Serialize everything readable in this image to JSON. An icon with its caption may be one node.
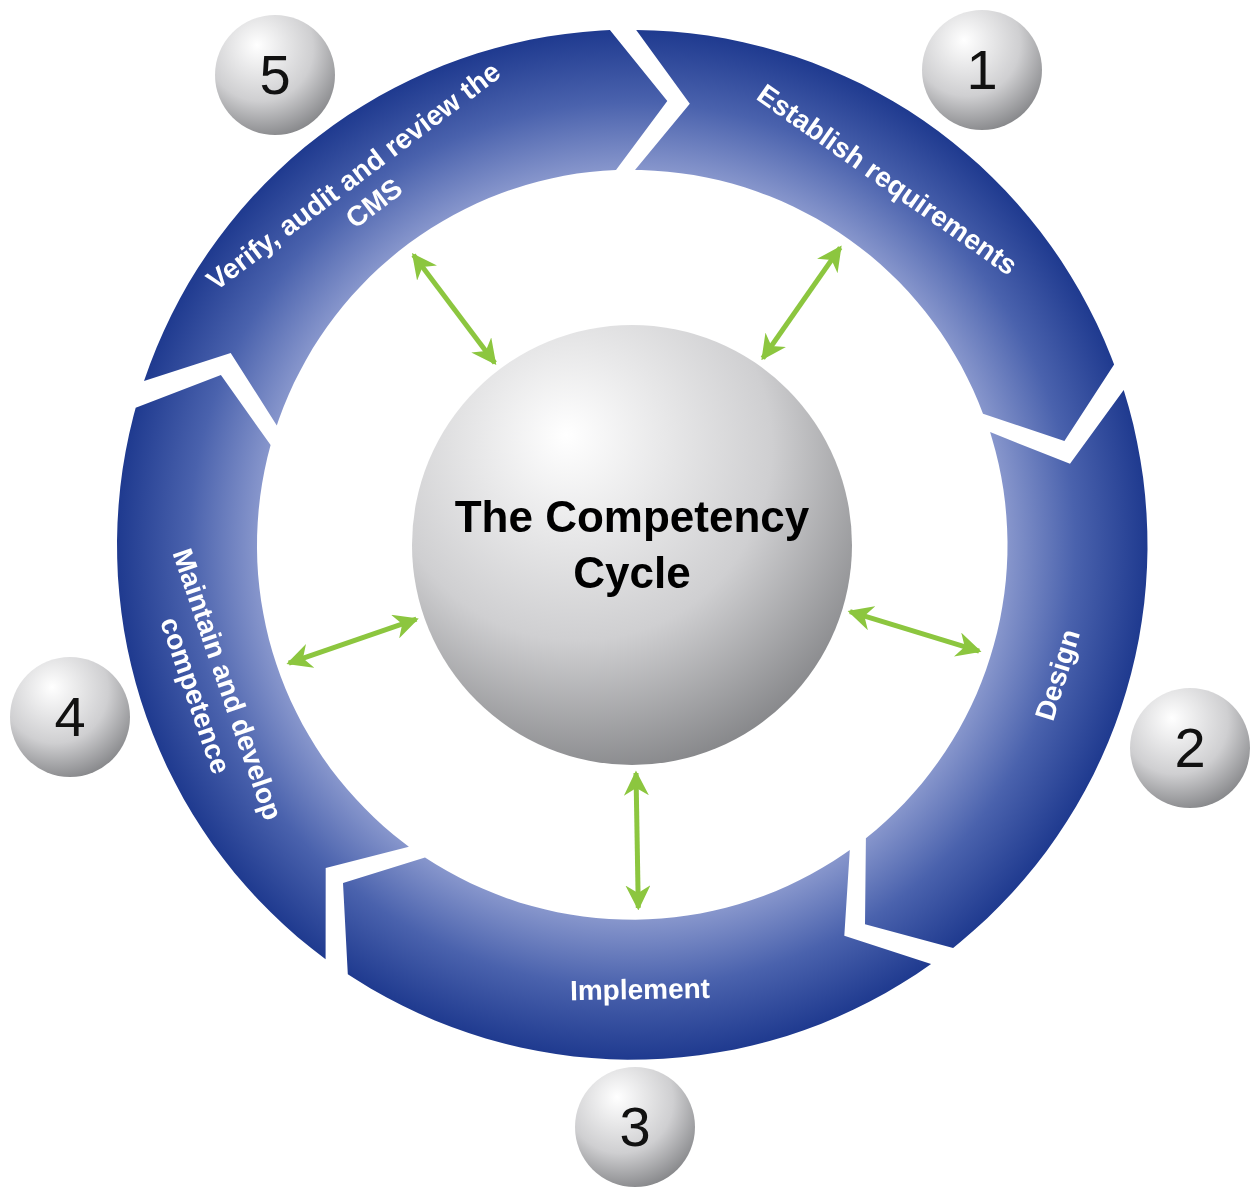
{
  "diagram": {
    "nodes": [
      {
        "text": [
          "The Competency Cycle"
        ]
      },
      {
        "text": [
          "Establish requirements"
        ]
      },
      {
        "text": [
          "Design"
        ]
      },
      {
        "text": [
          "Implement"
        ]
      },
      {
        "text": [
          "Maintain and develop competence"
        ]
      },
      {
        "text": [
          "Verify, audit and review the CMS"
        ]
      },
      {
        "text": [
          "1"
        ]
      },
      {
        "text": [
          "2"
        ]
      },
      {
        "text": [
          "3"
        ]
      },
      {
        "text": [
          "4"
        ]
      },
      {
        "text": [
          "5"
        ]
      }
    ],
    "edges": [
      {
        "from": 0,
        "to": 1,
        "arrow": "both"
      },
      {
        "from": 0,
        "to": 2,
        "arrow": "both"
      },
      {
        "from": 0,
        "to": 3,
        "arrow": "both"
      },
      {
        "from": 0,
        "to": 4,
        "arrow": "both"
      },
      {
        "from": 0,
        "to": 5,
        "arrow": "both"
      }
    ]
  }
}
